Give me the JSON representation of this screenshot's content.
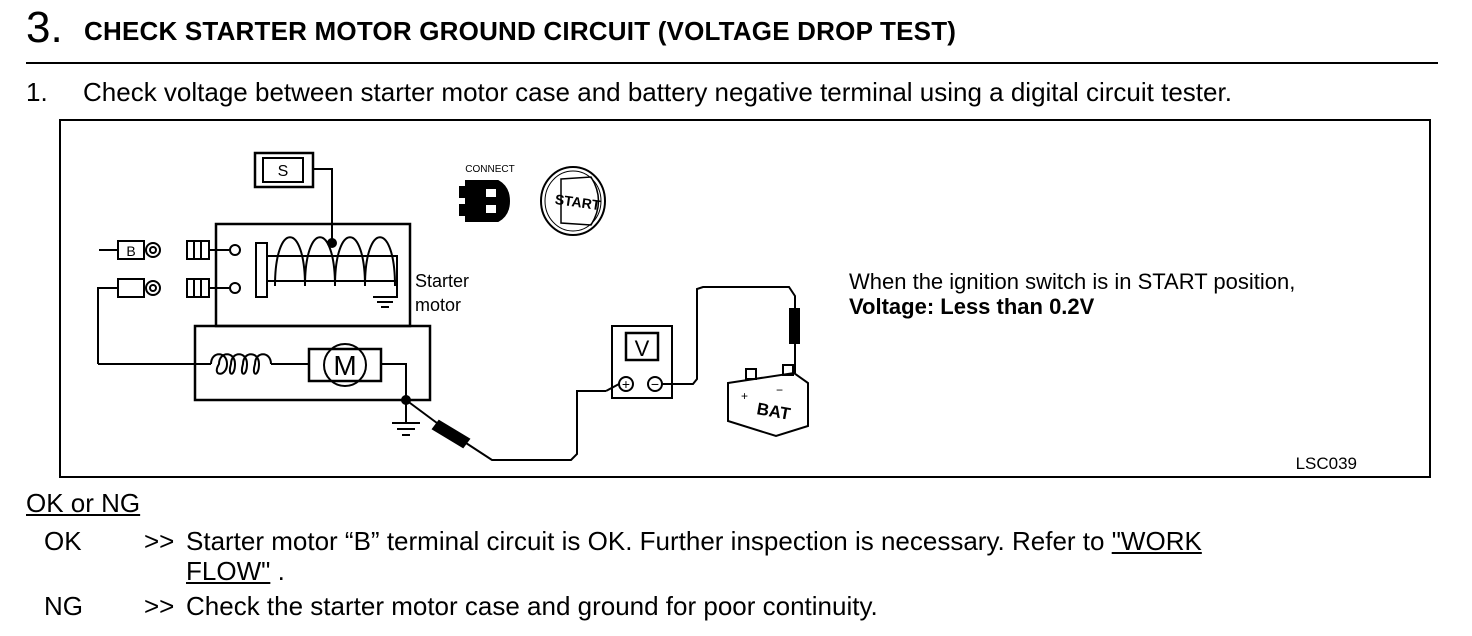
{
  "header": {
    "step_number": "3.",
    "title": "CHECK STARTER MOTOR GROUND CIRCUIT (VOLTAGE DROP TEST)"
  },
  "instruction": {
    "number": "1.",
    "text": "Check voltage between starter motor case and battery negative terminal using a digital circuit tester."
  },
  "figure": {
    "labels": {
      "s_terminal": "S",
      "b_terminal": "B",
      "connect": "CONNECT",
      "start": "START",
      "starter_motor_line1": "Starter",
      "starter_motor_line2": "motor",
      "motor": "M",
      "voltmeter": "V",
      "plus": "+",
      "minus": "−",
      "battery": "BAT"
    },
    "note_line1": "When the ignition switch is in START position,",
    "note_line2": "Voltage: Less than 0.2V",
    "code": "LSC039"
  },
  "results": {
    "title": "OK or NG",
    "ok": {
      "code": "OK",
      "arrow": ">>",
      "text_line1": "Starter motor “B” terminal circuit is OK. Further inspection is necessary. Refer to ",
      "link_part1": "\"WORK",
      "link_part2": "FLOW\"",
      "text_end": " ."
    },
    "ng": {
      "code": "NG",
      "arrow": ">>",
      "text": "Check the starter motor case and ground for poor continuity."
    }
  }
}
